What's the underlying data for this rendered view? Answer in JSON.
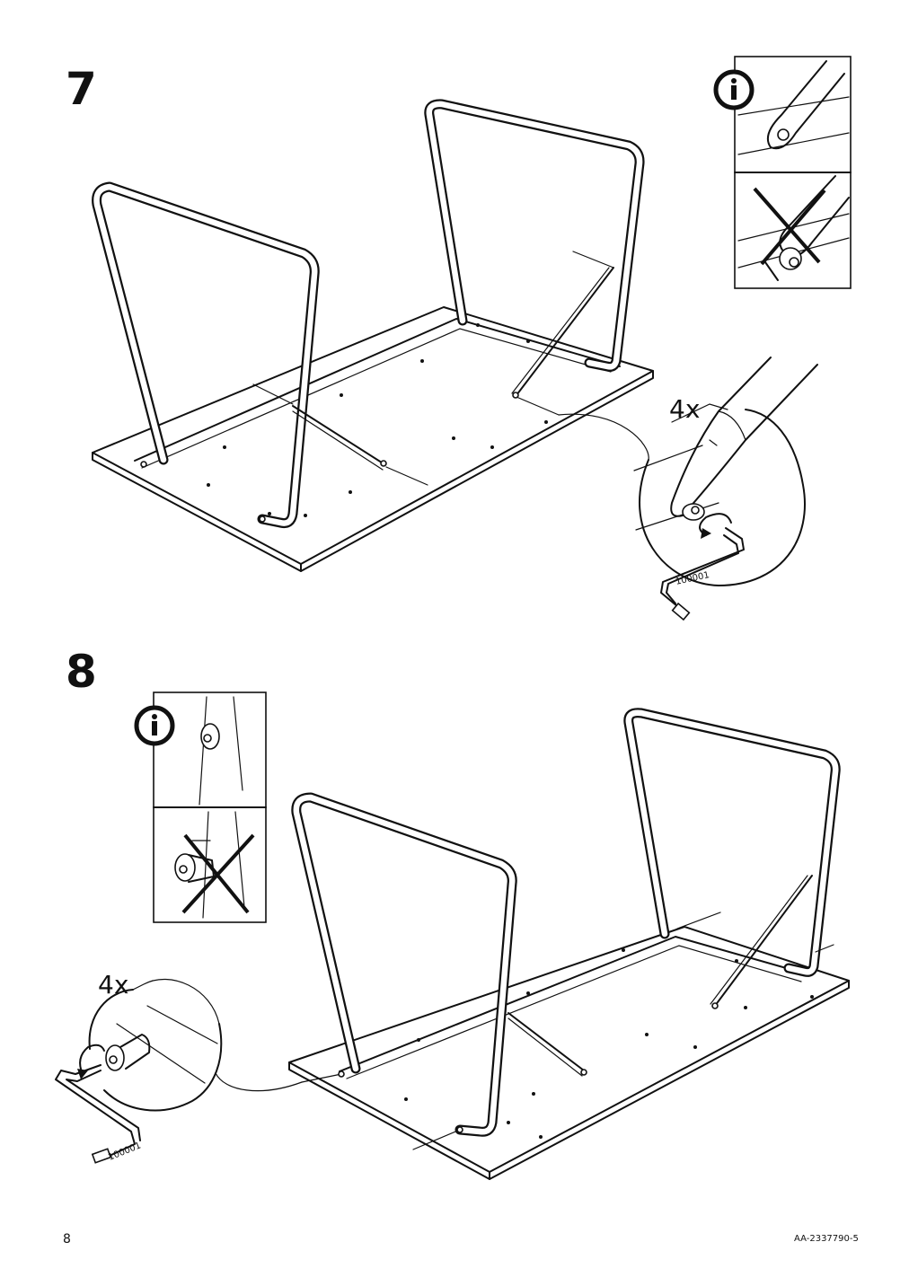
{
  "steps": [
    {
      "number": "7",
      "quantity": "4x",
      "tool_code": "100001",
      "info_icon": "info-icon"
    },
    {
      "number": "8",
      "quantity": "4x",
      "tool_code": "100001",
      "info_icon": "info-icon"
    }
  ],
  "footer": {
    "page_number": "8",
    "document_code": "AA-2337790-5"
  }
}
